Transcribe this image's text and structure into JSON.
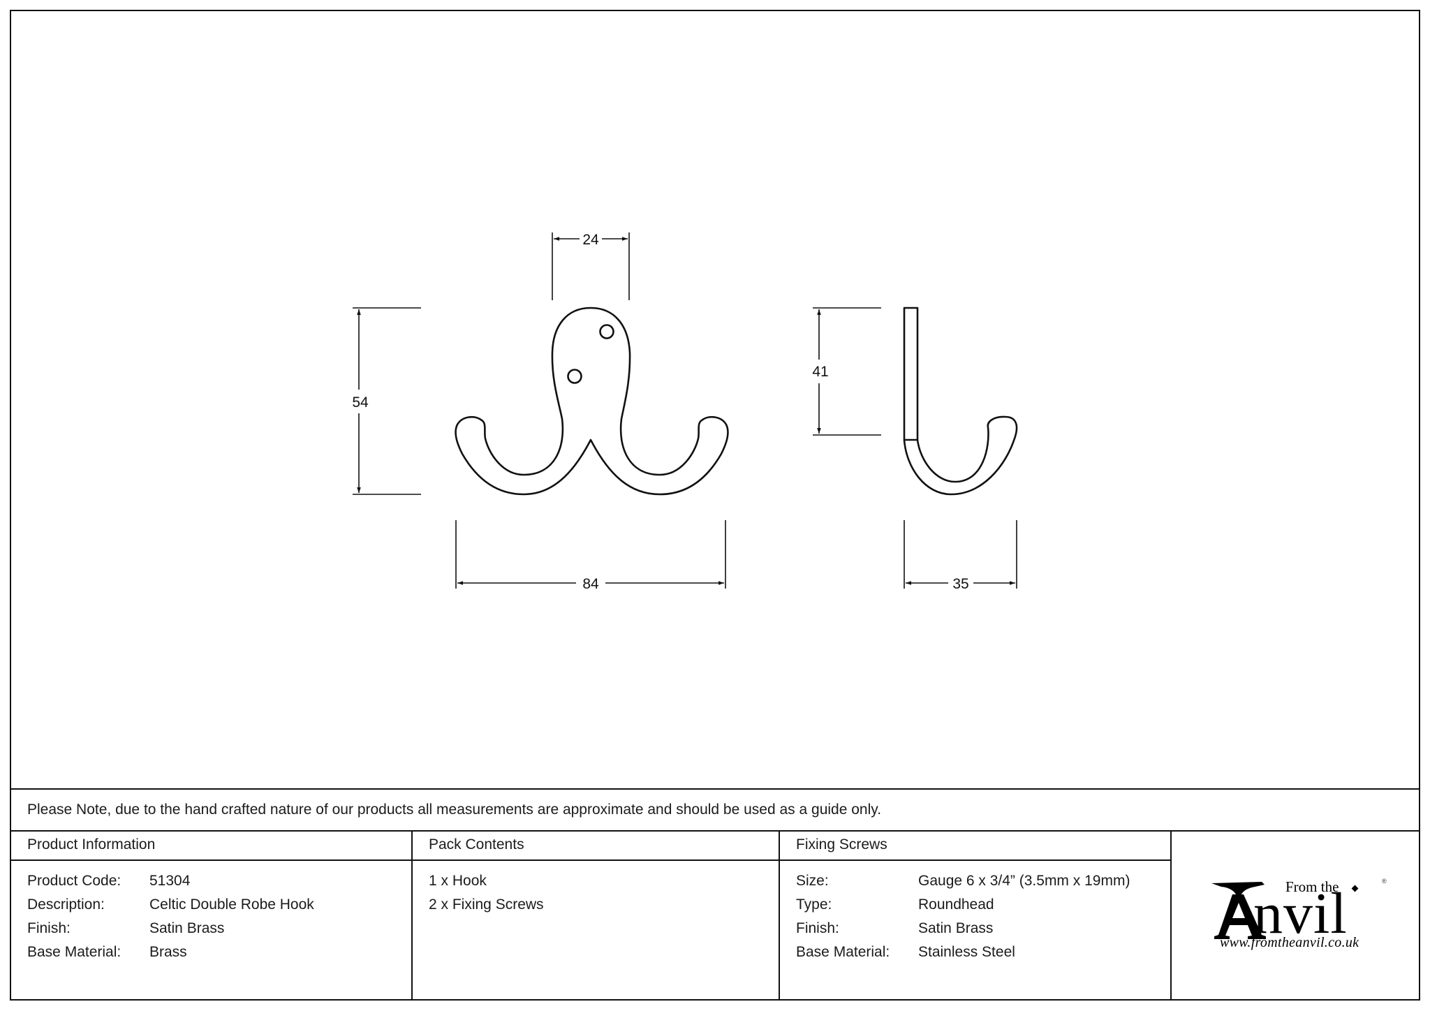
{
  "drawing": {
    "front_view": {
      "dimensions": {
        "top_plate_width": "24",
        "overall_height": "54",
        "overall_width": "84"
      }
    },
    "side_view": {
      "dimensions": {
        "plate_height": "41",
        "projection": "35"
      }
    }
  },
  "note": "Please Note, due to the hand crafted nature of our products all measurements are approximate and should be used as a guide only.",
  "product_information": {
    "heading": "Product Information",
    "rows": [
      {
        "label": "Product Code:",
        "value": "51304"
      },
      {
        "label": "Description:",
        "value": "Celtic Double Robe Hook"
      },
      {
        "label": "Finish:",
        "value": "Satin Brass"
      },
      {
        "label": "Base Material:",
        "value": "Brass"
      }
    ]
  },
  "pack_contents": {
    "heading": "Pack Contents",
    "items": [
      "1 x Hook",
      "2 x Fixing Screws"
    ]
  },
  "fixing_screws": {
    "heading": "Fixing Screws",
    "rows": [
      {
        "label": "Size:",
        "value": "Gauge 6 x 3/4” (3.5mm x 19mm)"
      },
      {
        "label": "Type:",
        "value": "Roundhead"
      },
      {
        "label": "Finish:",
        "value": "Satin Brass"
      },
      {
        "label": "Base Material:",
        "value": "Stainless Steel"
      }
    ]
  },
  "logo": {
    "from_the": "From the",
    "word": "nvil",
    "registered": "®",
    "url": "www.fromtheanvil.co.uk",
    "icon": "anvil-icon"
  },
  "colors": {
    "line": "#111111",
    "background": "#ffffff",
    "text": "#1b1b1b"
  }
}
